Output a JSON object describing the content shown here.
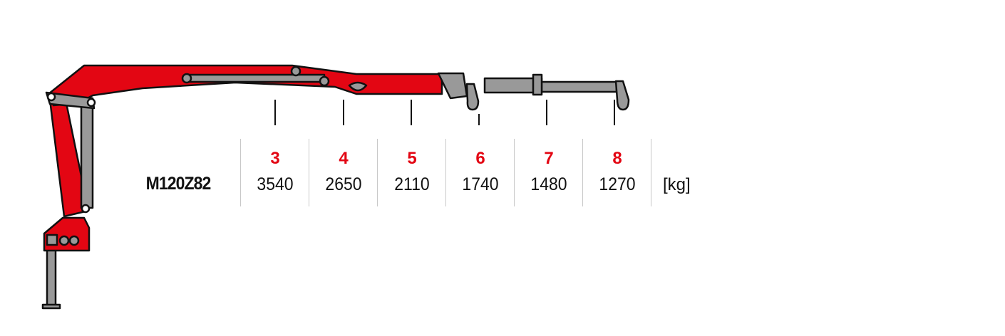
{
  "model": "M120Z82",
  "unit": "[kg]",
  "accent_color": "#e30613",
  "columns": [
    {
      "reach": "3",
      "load": "3540"
    },
    {
      "reach": "4",
      "load": "2650"
    },
    {
      "reach": "5",
      "load": "2110"
    },
    {
      "reach": "6",
      "load": "1740"
    },
    {
      "reach": "7",
      "load": "1480"
    },
    {
      "reach": "8",
      "load": "1270"
    }
  ]
}
